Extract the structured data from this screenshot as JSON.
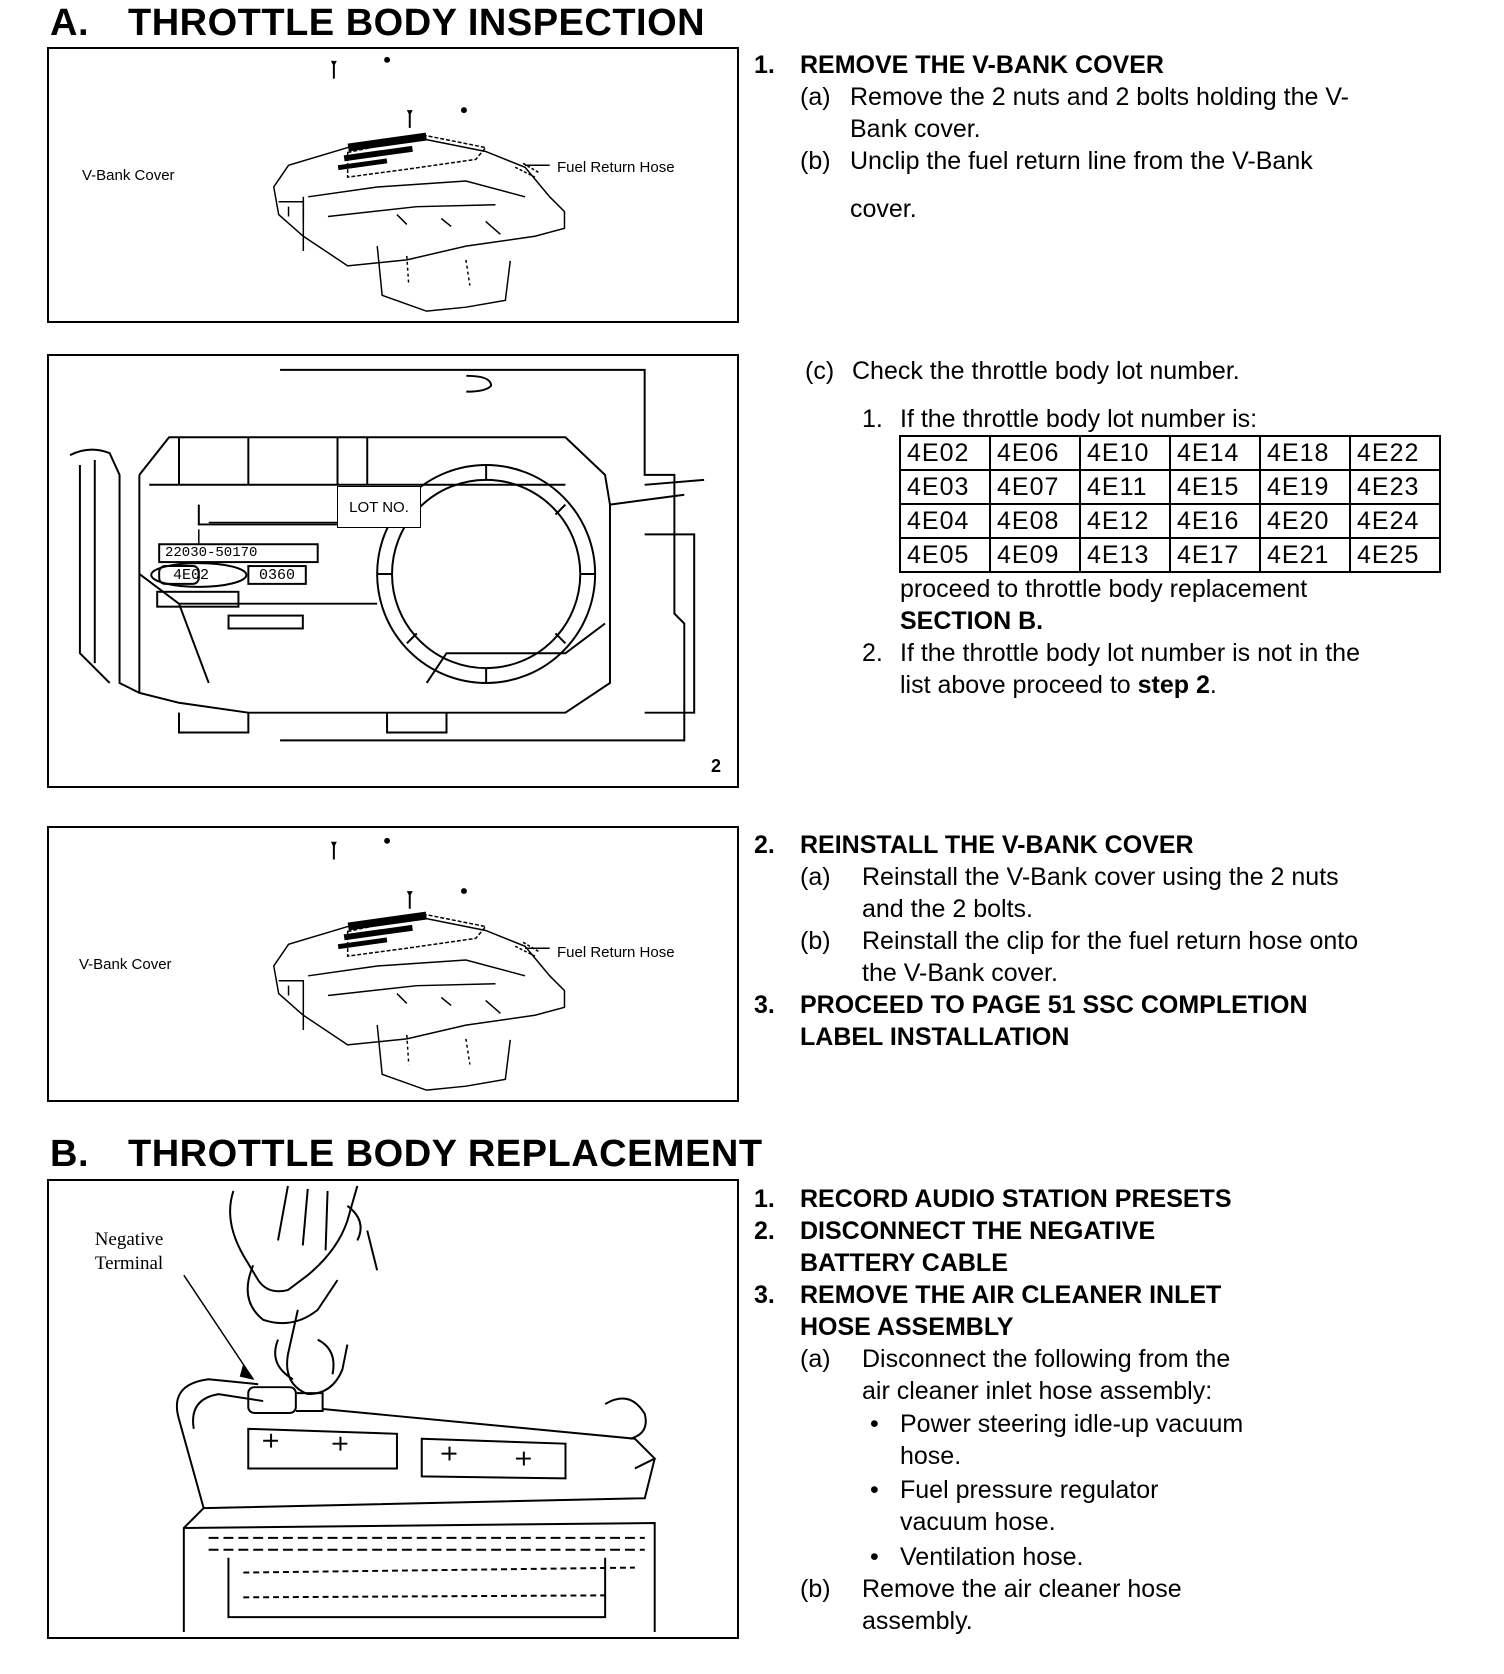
{
  "section_a": {
    "letter": "A.",
    "title": "THROTTLE BODY INSPECTION",
    "fig1": {
      "left_label": "V-Bank Cover",
      "right_label": "Fuel Return Hose"
    },
    "fig2": {
      "callout": "LOT NO.",
      "part_number": "22030-50170",
      "lot": "4E02",
      "code": "0360",
      "fig_number": "2"
    },
    "fig3": {
      "left_label": "V-Bank Cover",
      "right_label": "Fuel Return Hose"
    },
    "step1": {
      "num": "1.",
      "title": "REMOVE THE V-BANK COVER",
      "a_letter": "(a)",
      "a_line1": "Remove the 2 nuts and 2 bolts holding the V-",
      "a_line2": "Bank cover.",
      "b_letter": "(b)",
      "b_line1": "Unclip the fuel return line from the V-Bank",
      "b_line2": "cover.",
      "c_letter": "(c)",
      "c_text": "Check the throttle body lot number.",
      "sub1_num": "1.",
      "sub1_text": "If the throttle body lot number is:",
      "lot_table": [
        [
          "4E02",
          "4E06",
          "4E10",
          "4E14",
          "4E18",
          "4E22"
        ],
        [
          "4E03",
          "4E07",
          "4E11",
          "4E15",
          "4E19",
          "4E23"
        ],
        [
          "4E04",
          "4E08",
          "4E12",
          "4E16",
          "4E20",
          "4E24"
        ],
        [
          "4E05",
          "4E09",
          "4E13",
          "4E17",
          "4E21",
          "4E25"
        ]
      ],
      "sub1_after1": "proceed to throttle body replacement",
      "sub1_after2": "SECTION B.",
      "sub2_num": "2.",
      "sub2_line1": "If the throttle body lot number is not in the",
      "sub2_line2_pre": "list above proceed to ",
      "sub2_line2_bold": "step 2",
      "sub2_line2_post": "."
    },
    "step2": {
      "num": "2.",
      "title": "REINSTALL THE V-BANK COVER",
      "a_letter": "(a)",
      "a_line1": "Reinstall the V-Bank cover using the 2 nuts",
      "a_line2": "and the 2 bolts.",
      "b_letter": "(b)",
      "b_line1": "Reinstall the clip for the fuel return hose onto",
      "b_line2": "the V-Bank cover."
    },
    "step3": {
      "num": "3.",
      "title_line1": "PROCEED TO PAGE 51 SSC COMPLETION",
      "title_line2": "LABEL INSTALLATION"
    }
  },
  "section_b": {
    "letter": "B.",
    "title": "THROTTLE BODY REPLACEMENT",
    "fig": {
      "label_line1": "Negative",
      "label_line2": "Terminal"
    },
    "step1": {
      "num": "1.",
      "title": "RECORD AUDIO STATION PRESETS"
    },
    "step2": {
      "num": "2.",
      "title_line1": "DISCONNECT THE NEGATIVE",
      "title_line2": "BATTERY CABLE"
    },
    "step3": {
      "num": "3.",
      "title_line1": "REMOVE THE AIR CLEANER INLET",
      "title_line2": "HOSE ASSEMBLY",
      "a_letter": "(a)",
      "a_line1": "Disconnect the following from the",
      "a_line2": "air cleaner inlet hose assembly:",
      "bullet": "•",
      "bullet1_line1": "Power steering idle-up vacuum",
      "bullet1_line2": "hose.",
      "bullet2_line1": "Fuel pressure regulator",
      "bullet2_line2": "vacuum hose.",
      "bullet3": "Ventilation hose.",
      "b_letter": "(b)",
      "b_line1": "Remove the air cleaner hose",
      "b_line2": "assembly."
    }
  }
}
